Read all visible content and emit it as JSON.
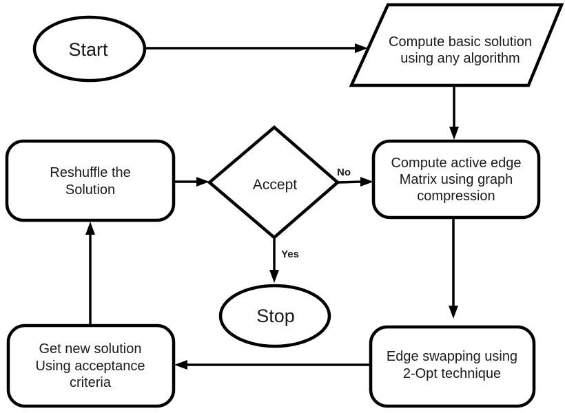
{
  "diagram": {
    "type": "flowchart",
    "colors": {
      "background": "#ffffff",
      "stroke": "#000000",
      "text": "#1a1a1a"
    },
    "nodes": {
      "start": {
        "shape": "ellipse",
        "label": "Start"
      },
      "compute_basic": {
        "shape": "parallelogram",
        "lines": [
          "Compute basic solution",
          "using any algorithm"
        ]
      },
      "compute_active": {
        "shape": "rounded-rectangle",
        "lines": [
          "Compute active edge",
          "Matrix using graph",
          "compression"
        ]
      },
      "reshuffle": {
        "shape": "rounded-rectangle",
        "lines": [
          "Reshuffle the",
          "Solution"
        ]
      },
      "accept": {
        "shape": "diamond",
        "label": "Accept"
      },
      "stop": {
        "shape": "ellipse",
        "label": "Stop"
      },
      "edge_swapping": {
        "shape": "rounded-rectangle",
        "lines": [
          "Edge swapping using",
          "2-Opt technique"
        ]
      },
      "get_new_solution": {
        "shape": "rounded-rectangle",
        "lines": [
          "Get new solution",
          "Using acceptance",
          "criteria"
        ]
      }
    },
    "edges": [
      {
        "from": "start",
        "to": "compute_basic",
        "label": ""
      },
      {
        "from": "compute_basic",
        "to": "compute_active",
        "label": ""
      },
      {
        "from": "compute_active",
        "to": "edge_swapping",
        "label": ""
      },
      {
        "from": "edge_swapping",
        "to": "get_new_solution",
        "label": ""
      },
      {
        "from": "get_new_solution",
        "to": "reshuffle",
        "label": ""
      },
      {
        "from": "reshuffle",
        "to": "accept",
        "label": ""
      },
      {
        "from": "accept",
        "to": "compute_active",
        "label": "No"
      },
      {
        "from": "accept",
        "to": "stop",
        "label": "Yes"
      }
    ]
  }
}
